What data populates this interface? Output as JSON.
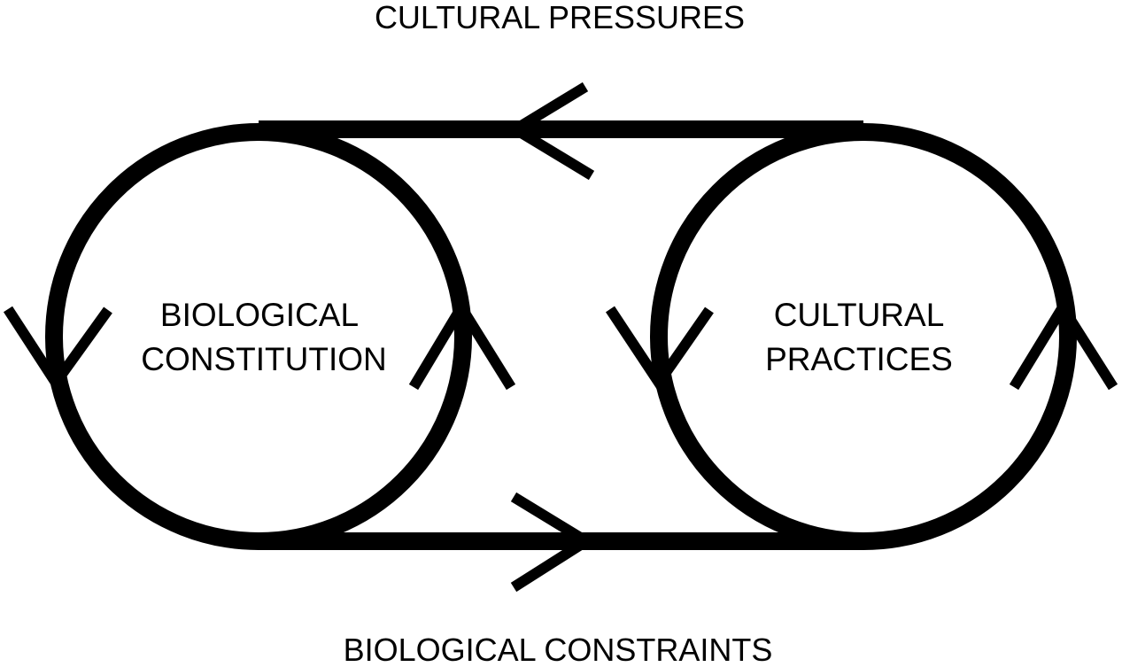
{
  "diagram": {
    "top_label": "CULTURAL PRESSURES",
    "bottom_label": "BIOLOGICAL CONSTRAINTS",
    "left_node": {
      "line1": "BIOLOGICAL",
      "line2": "CONSTITUTION"
    },
    "right_node": {
      "line1": "CULTURAL",
      "line2": "PRACTICES"
    }
  },
  "colors": {
    "stroke": "#000000",
    "background": "#ffffff"
  }
}
